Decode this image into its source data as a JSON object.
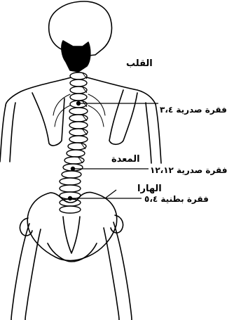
{
  "diagram": {
    "labels": {
      "heart": "القلب",
      "stomach": "المعدة",
      "hara": "الهارا",
      "thoracic_3_4": "فقرة صدرية ٣،٤",
      "thoracic_11_12": "فقرة صدرية ١٢،١٢",
      "lumbar_4_5": "فقرة بطنية ٥،٤"
    },
    "colors": {
      "ink": "#000000",
      "paper": "#ffffff"
    }
  }
}
